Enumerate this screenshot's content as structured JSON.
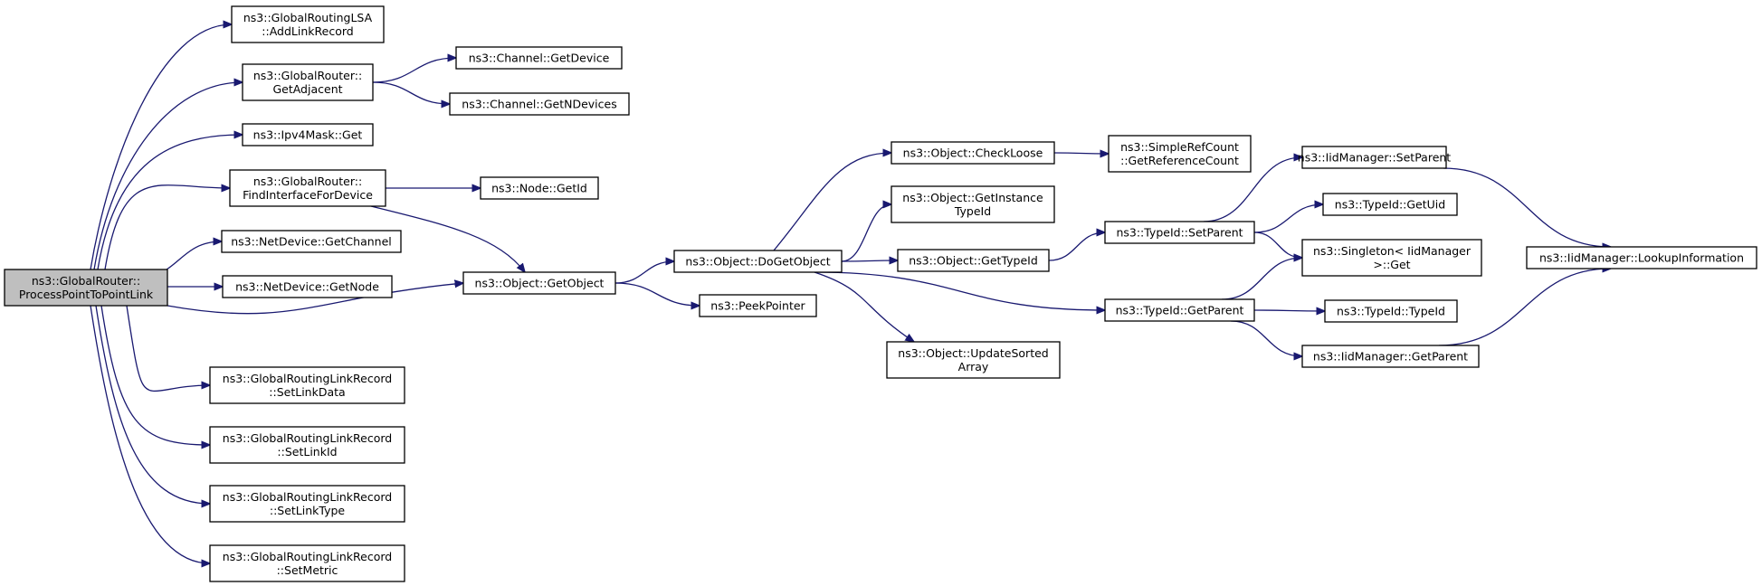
{
  "graph": {
    "nodes": {
      "process_p2p": [
        "ns3::GlobalRouter::",
        "ProcessPointToPointLink"
      ],
      "add_link_record": [
        "ns3::GlobalRoutingLSA",
        "::AddLinkRecord"
      ],
      "get_adjacent": [
        "ns3::GlobalRouter::",
        "GetAdjacent"
      ],
      "ipv4mask_get": [
        "ns3::Ipv4Mask::Get"
      ],
      "find_interface": [
        "ns3::GlobalRouter::",
        "FindInterfaceForDevice"
      ],
      "netdevice_channel": [
        "ns3::NetDevice::GetChannel"
      ],
      "netdevice_node": [
        "ns3::NetDevice::GetNode"
      ],
      "set_link_data": [
        "ns3::GlobalRoutingLinkRecord",
        "::SetLinkData"
      ],
      "set_link_id": [
        "ns3::GlobalRoutingLinkRecord",
        "::SetLinkId"
      ],
      "set_link_type": [
        "ns3::GlobalRoutingLinkRecord",
        "::SetLinkType"
      ],
      "set_metric": [
        "ns3::GlobalRoutingLinkRecord",
        "::SetMetric"
      ],
      "channel_get_device": [
        "ns3::Channel::GetDevice"
      ],
      "channel_n_devices": [
        "ns3::Channel::GetNDevices"
      ],
      "node_get_id": [
        "ns3::Node::GetId"
      ],
      "object_get_object": [
        "ns3::Object::GetObject"
      ],
      "object_do_get": [
        "ns3::Object::DoGetObject"
      ],
      "peek_pointer": [
        "ns3::PeekPointer"
      ],
      "check_loose": [
        "ns3::Object::CheckLoose"
      ],
      "instance_type_id": [
        "ns3::Object::GetInstance",
        "TypeId"
      ],
      "object_type_id": [
        "ns3::Object::GetTypeId"
      ],
      "update_sorted": [
        "ns3::Object::UpdateSorted",
        "Array"
      ],
      "ref_count": [
        "ns3::SimpleRefCount",
        "::GetReferenceCount"
      ],
      "typeid_set_parent": [
        "ns3::TypeId::SetParent"
      ],
      "typeid_get_parent": [
        "ns3::TypeId::GetParent"
      ],
      "iid_set_parent": [
        "ns3::IidManager::SetParent"
      ],
      "typeid_get_uid": [
        "ns3::TypeId::GetUid"
      ],
      "singleton_get": [
        "ns3::Singleton< IidManager",
        ">::Get"
      ],
      "typeid_typeid": [
        "ns3::TypeId::TypeId"
      ],
      "iid_get_parent": [
        "ns3::IidManager::GetParent"
      ],
      "iid_lookup": [
        "ns3::IidManager::LookupInformation"
      ]
    },
    "edges": [
      [
        "process_p2p",
        "add_link_record"
      ],
      [
        "process_p2p",
        "get_adjacent"
      ],
      [
        "process_p2p",
        "ipv4mask_get"
      ],
      [
        "process_p2p",
        "find_interface"
      ],
      [
        "process_p2p",
        "netdevice_channel"
      ],
      [
        "process_p2p",
        "netdevice_node"
      ],
      [
        "process_p2p",
        "object_get_object"
      ],
      [
        "process_p2p",
        "set_link_data"
      ],
      [
        "process_p2p",
        "set_link_id"
      ],
      [
        "process_p2p",
        "set_link_type"
      ],
      [
        "process_p2p",
        "set_metric"
      ],
      [
        "get_adjacent",
        "channel_get_device"
      ],
      [
        "get_adjacent",
        "channel_n_devices"
      ],
      [
        "find_interface",
        "node_get_id"
      ],
      [
        "find_interface",
        "object_get_object"
      ],
      [
        "object_get_object",
        "object_do_get"
      ],
      [
        "object_get_object",
        "peek_pointer"
      ],
      [
        "object_do_get",
        "check_loose"
      ],
      [
        "object_do_get",
        "instance_type_id"
      ],
      [
        "object_do_get",
        "object_type_id"
      ],
      [
        "object_do_get",
        "update_sorted"
      ],
      [
        "object_do_get",
        "typeid_get_parent"
      ],
      [
        "check_loose",
        "ref_count"
      ],
      [
        "object_type_id",
        "typeid_set_parent"
      ],
      [
        "typeid_set_parent",
        "iid_set_parent"
      ],
      [
        "typeid_set_parent",
        "typeid_get_uid"
      ],
      [
        "typeid_set_parent",
        "singleton_get"
      ],
      [
        "typeid_get_parent",
        "singleton_get"
      ],
      [
        "typeid_get_parent",
        "typeid_typeid"
      ],
      [
        "typeid_get_parent",
        "iid_get_parent"
      ],
      [
        "iid_set_parent",
        "iid_lookup"
      ],
      [
        "iid_get_parent",
        "iid_lookup"
      ]
    ],
    "colors": {
      "edge": "#191970",
      "node_fill": "#ffffff",
      "root_fill": "#bfbfbf",
      "node_border": "#000000"
    }
  }
}
